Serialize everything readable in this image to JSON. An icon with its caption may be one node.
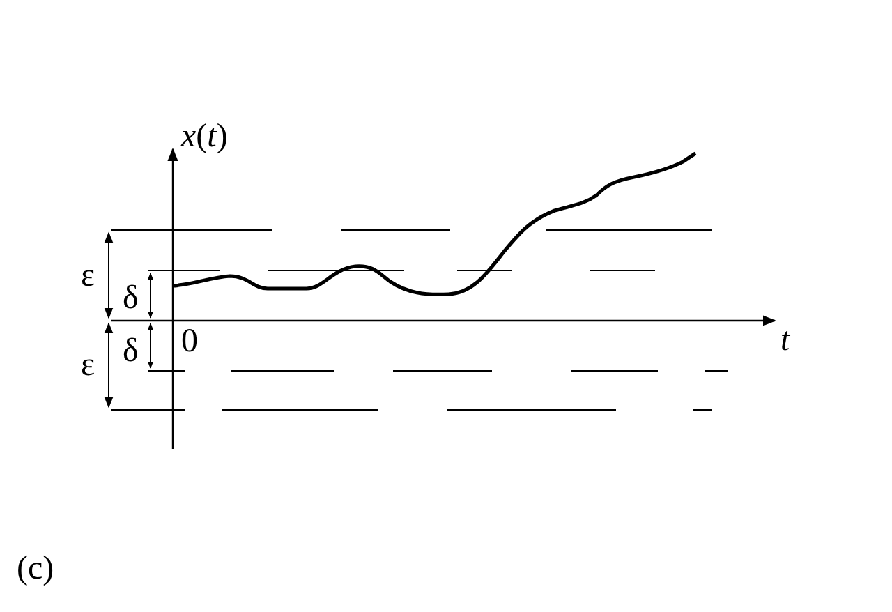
{
  "diagram": {
    "labels": [
      "*x*(*t*)",
      "ε",
      "δ",
      "0",
      "*t*",
      "δ",
      "ε",
      "(c)"
    ]
  }
}
